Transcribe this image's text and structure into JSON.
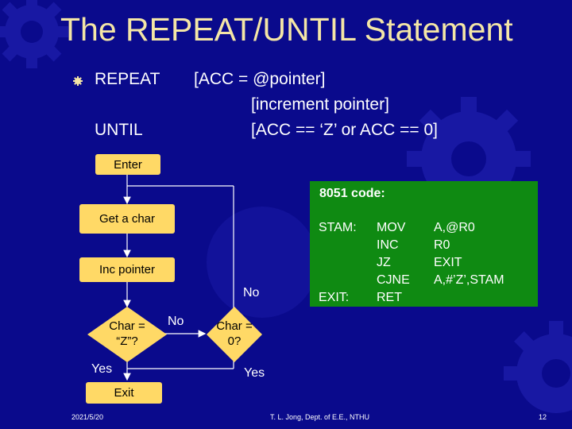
{
  "title": "The REPEAT/UNTIL Statement",
  "pseudo": {
    "repeat_kw": "REPEAT",
    "repeat_stmt": "[ACC = @pointer]",
    "increment_stmt": "[increment pointer]",
    "until_kw": "UNTIL",
    "until_cond": "[ACC == ‘Z’ or ACC == 0]"
  },
  "flowchart": {
    "enter": "Enter",
    "get_char": "Get a char",
    "inc_pointer": "Inc pointer",
    "decision1_line1": "Char =",
    "decision1_line2": "“Z”?",
    "decision2_line1": "Char =",
    "decision2_line2": "0?",
    "no_label_1": "No",
    "no_label_2": "No",
    "yes_label_1": "Yes",
    "yes_label_2": "Yes",
    "exit": "Exit"
  },
  "code": {
    "heading": "8051 code:",
    "labels": "STAM:\n\n\n\nEXIT:",
    "mnemonics": "MOV\nINC\nJZ\nCJNE\nRET",
    "operands": "A,@R0\nR0\nEXIT\nA,#’Z’,STAM"
  },
  "footer": {
    "date": "2021/5/20",
    "author": "T. L. Jong, Dept. of E.E., NTHU",
    "page": "12"
  },
  "colors": {
    "background": "#0a0a8c",
    "title": "#f4e6a6",
    "box": "#ffd966",
    "code_bg": "#0f8a12"
  }
}
